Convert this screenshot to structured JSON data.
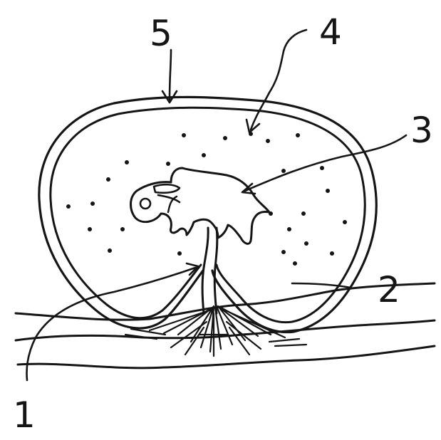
{
  "diagram": {
    "ink_color": "#151515",
    "background_color": "#ffffff",
    "callouts": [
      {
        "id": "1",
        "label": "1"
      },
      {
        "id": "2",
        "label": "2"
      },
      {
        "id": "3",
        "label": "3"
      },
      {
        "id": "4",
        "label": "4"
      },
      {
        "id": "5",
        "label": "5"
      }
    ]
  }
}
